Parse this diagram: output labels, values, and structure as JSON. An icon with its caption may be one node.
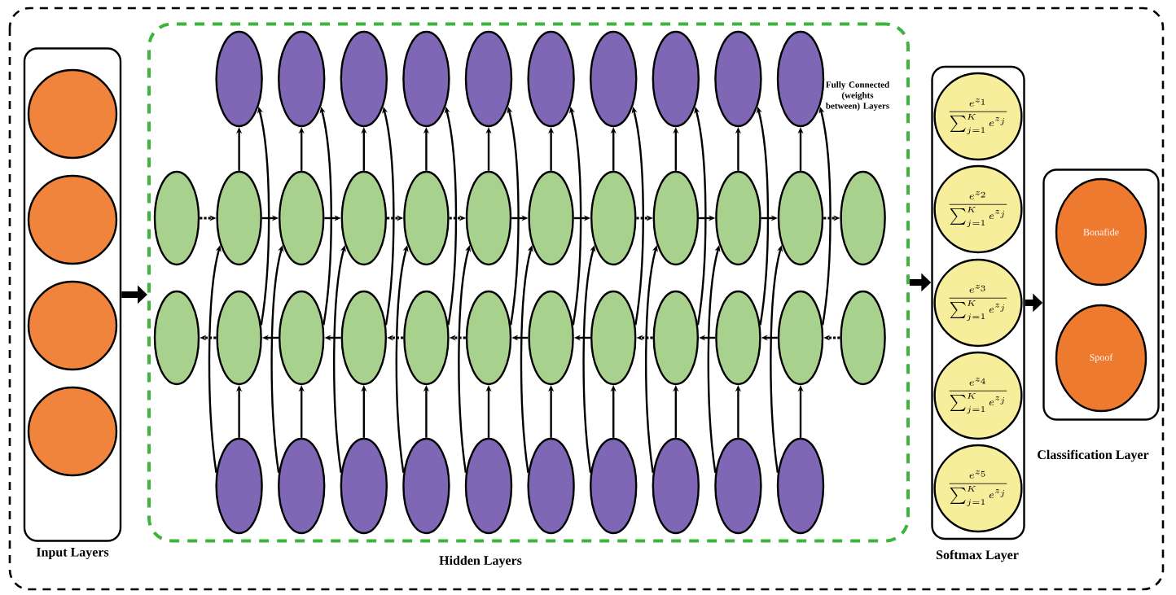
{
  "diagram": {
    "nodes": [
      {
        "text": [
          "Input Layers"
        ]
      },
      {
        "text": [],
        "shape": "circle",
        "in": 0
      },
      {
        "text": [],
        "shape": "circle",
        "in": 0
      },
      {
        "text": [],
        "shape": "circle",
        "in": 0
      },
      {
        "text": [],
        "shape": "circle",
        "in": 0
      },
      {
        "text": [
          "Hidden Layers"
        ]
      },
      {
        "text": [],
        "shape": "ellipse",
        "in": 5
      },
      {
        "text": [],
        "shape": "ellipse",
        "in": 5
      },
      {
        "text": [],
        "shape": "ellipse",
        "in": 5
      },
      {
        "text": [],
        "shape": "ellipse",
        "in": 5
      },
      {
        "text": [],
        "shape": "ellipse",
        "in": 5
      },
      {
        "text": [],
        "shape": "ellipse",
        "in": 5
      },
      {
        "text": [],
        "shape": "ellipse",
        "in": 5
      },
      {
        "text": [],
        "shape": "ellipse",
        "in": 5
      },
      {
        "text": [],
        "shape": "ellipse",
        "in": 5
      },
      {
        "text": [],
        "shape": "ellipse",
        "in": 5
      },
      {
        "text": [],
        "shape": "ellipse",
        "in": 5
      },
      {
        "text": [],
        "shape": "ellipse",
        "in": 5
      },
      {
        "text": [],
        "shape": "ellipse",
        "in": 5
      },
      {
        "text": [],
        "shape": "ellipse",
        "in": 5
      },
      {
        "text": [],
        "shape": "ellipse",
        "in": 5
      },
      {
        "text": [],
        "shape": "ellipse",
        "in": 5
      },
      {
        "text": [],
        "shape": "ellipse",
        "in": 5
      },
      {
        "text": [],
        "shape": "ellipse",
        "in": 5
      },
      {
        "text": [],
        "shape": "ellipse",
        "in": 5
      },
      {
        "text": [],
        "shape": "ellipse",
        "in": 5
      },
      {
        "text": [],
        "shape": "ellipse",
        "in": 5
      },
      {
        "text": [],
        "shape": "ellipse",
        "in": 5
      },
      {
        "text": [],
        "shape": "ellipse",
        "in": 5
      },
      {
        "text": [],
        "shape": "ellipse",
        "in": 5
      },
      {
        "text": [],
        "shape": "ellipse",
        "in": 5
      },
      {
        "text": [],
        "shape": "ellipse",
        "in": 5
      },
      {
        "text": [],
        "shape": "ellipse",
        "in": 5
      },
      {
        "text": [],
        "shape": "ellipse",
        "in": 5
      },
      {
        "text": [],
        "shape": "ellipse",
        "in": 5
      },
      {
        "text": [],
        "shape": "ellipse",
        "in": 5
      },
      {
        "text": [],
        "shape": "ellipse",
        "in": 5
      },
      {
        "text": [],
        "shape": "ellipse",
        "in": 5
      },
      {
        "text": [],
        "shape": "ellipse",
        "in": 5
      },
      {
        "text": [],
        "shape": "ellipse",
        "in": 5
      },
      {
        "text": [],
        "shape": "ellipse",
        "in": 5
      },
      {
        "text": [],
        "shape": "ellipse",
        "in": 5
      },
      {
        "text": [],
        "shape": "ellipse",
        "in": 5
      },
      {
        "text": [],
        "shape": "ellipse",
        "in": 5
      },
      {
        "text": [],
        "shape": "ellipse",
        "in": 5
      },
      {
        "text": [],
        "shape": "ellipse",
        "in": 5
      },
      {
        "text": [],
        "shape": "ellipse",
        "in": 5
      },
      {
        "text": [],
        "shape": "ellipse",
        "in": 5
      },
      {
        "text": [],
        "shape": "ellipse",
        "in": 5
      },
      {
        "text": [],
        "shape": "ellipse",
        "in": 5
      },
      {
        "text": [
          "Softmax Layer"
        ]
      },
      {
        "text": [
          "\\frac{e^{z_1}}{\\sum_{j=1}^{K} e^{z_j}}"
        ],
        "in": 50
      },
      {
        "text": [
          "\\frac{e^{z_2}}{\\sum_{j=1}^{K} e^{z_j}}"
        ],
        "in": 50
      },
      {
        "text": [
          "\\frac{e^{z_3}}{\\sum_{j=1}^{K} e^{z_j}}"
        ],
        "in": 50
      },
      {
        "text": [
          "\\frac{e^{z_4}}{\\sum_{j=1}^{K} e^{z_j}}"
        ],
        "in": 50
      },
      {
        "text": [
          "\\frac{e^{z_5}}{\\sum_{j=1}^{K} e^{z_j}}"
        ],
        "in": 50
      },
      {
        "text": [
          "Classification Layer"
        ]
      },
      {
        "text": [
          "Bonafide"
        ],
        "in": 56
      },
      {
        "text": [
          "Spoof"
        ],
        "in": 56
      }
    ],
    "edges": [
      {
        "from": 0,
        "to": 5,
        "arrow": "to",
        "style": "thick"
      },
      {
        "from": 5,
        "to": 50,
        "arrow": "to",
        "style": "thick"
      },
      {
        "from": 50,
        "to": 56,
        "arrow": "to",
        "style": "thick"
      },
      {
        "from": 17,
        "to": 6,
        "arrow": "to"
      },
      {
        "from": 18,
        "to": 7,
        "arrow": "to"
      },
      {
        "from": 19,
        "to": 8,
        "arrow": "to"
      },
      {
        "from": 20,
        "to": 9,
        "arrow": "to"
      },
      {
        "from": 21,
        "to": 10,
        "arrow": "to"
      },
      {
        "from": 22,
        "to": 11,
        "arrow": "to"
      },
      {
        "from": 23,
        "to": 12,
        "arrow": "to"
      },
      {
        "from": 24,
        "to": 13,
        "arrow": "to"
      },
      {
        "from": 25,
        "to": 14,
        "arrow": "to"
      },
      {
        "from": 26,
        "to": 15,
        "arrow": "to"
      },
      {
        "from": 40,
        "to": 29,
        "arrow": "to"
      },
      {
        "from": 41,
        "to": 30,
        "arrow": "to"
      },
      {
        "from": 42,
        "to": 31,
        "arrow": "to"
      },
      {
        "from": 43,
        "to": 32,
        "arrow": "to"
      },
      {
        "from": 44,
        "to": 33,
        "arrow": "to"
      },
      {
        "from": 45,
        "to": 34,
        "arrow": "to"
      },
      {
        "from": 46,
        "to": 35,
        "arrow": "to"
      },
      {
        "from": 47,
        "to": 36,
        "arrow": "to"
      },
      {
        "from": 48,
        "to": 37,
        "arrow": "to"
      },
      {
        "from": 49,
        "to": 38,
        "arrow": "to"
      },
      {
        "from": 40,
        "to": 17,
        "arrow": "to"
      },
      {
        "from": 41,
        "to": 18,
        "arrow": "to"
      },
      {
        "from": 42,
        "to": 19,
        "arrow": "to"
      },
      {
        "from": 43,
        "to": 20,
        "arrow": "to"
      },
      {
        "from": 44,
        "to": 21,
        "arrow": "to"
      },
      {
        "from": 45,
        "to": 22,
        "arrow": "to"
      },
      {
        "from": 46,
        "to": 23,
        "arrow": "to"
      },
      {
        "from": 47,
        "to": 24,
        "arrow": "to"
      },
      {
        "from": 48,
        "to": 25,
        "arrow": "to"
      },
      {
        "from": 49,
        "to": 26,
        "arrow": "to"
      },
      {
        "from": 29,
        "to": 6,
        "arrow": "to"
      },
      {
        "from": 30,
        "to": 7,
        "arrow": "to"
      },
      {
        "from": 31,
        "to": 8,
        "arrow": "to"
      },
      {
        "from": 32,
        "to": 9,
        "arrow": "to"
      },
      {
        "from": 33,
        "to": 10,
        "arrow": "to"
      },
      {
        "from": 34,
        "to": 11,
        "arrow": "to"
      },
      {
        "from": 35,
        "to": 12,
        "arrow": "to"
      },
      {
        "from": 36,
        "to": 13,
        "arrow": "to"
      },
      {
        "from": 37,
        "to": 14,
        "arrow": "to"
      },
      {
        "from": 38,
        "to": 15,
        "arrow": "to"
      },
      {
        "from": 16,
        "to": 17,
        "arrow": "to",
        "style": "dashed"
      },
      {
        "from": 17,
        "to": 18,
        "arrow": "to"
      },
      {
        "from": 18,
        "to": 19,
        "arrow": "to"
      },
      {
        "from": 19,
        "to": 20,
        "arrow": "to",
        "style": "dashed"
      },
      {
        "from": 20,
        "to": 21,
        "arrow": "to",
        "style": "dashed"
      },
      {
        "from": 21,
        "to": 22,
        "arrow": "to"
      },
      {
        "from": 22,
        "to": 23,
        "arrow": "to"
      },
      {
        "from": 23,
        "to": 24,
        "arrow": "to",
        "style": "dashed"
      },
      {
        "from": 24,
        "to": 25,
        "arrow": "to"
      },
      {
        "from": 25,
        "to": 26,
        "arrow": "to"
      },
      {
        "from": 26,
        "to": 27,
        "arrow": "to",
        "style": "dashed"
      },
      {
        "from": 29,
        "to": 28,
        "arrow": "to",
        "style": "dashed"
      },
      {
        "from": 30,
        "to": 29,
        "arrow": "to"
      },
      {
        "from": 31,
        "to": 30,
        "arrow": "to"
      },
      {
        "from": 32,
        "to": 31,
        "arrow": "to",
        "style": "dashed"
      },
      {
        "from": 33,
        "to": 32,
        "arrow": "to",
        "style": "dashed"
      },
      {
        "from": 34,
        "to": 33,
        "arrow": "to"
      },
      {
        "from": 35,
        "to": 34,
        "arrow": "to"
      },
      {
        "from": 36,
        "to": 35,
        "arrow": "to",
        "style": "dashed"
      },
      {
        "from": 37,
        "to": 36,
        "arrow": "to"
      },
      {
        "from": 38,
        "to": 37,
        "arrow": "to"
      },
      {
        "from": 39,
        "to": 38,
        "arrow": "to",
        "style": "dashed"
      }
    ],
    "labels": [
      "Fully Connected (weights between) Layers"
    ]
  }
}
